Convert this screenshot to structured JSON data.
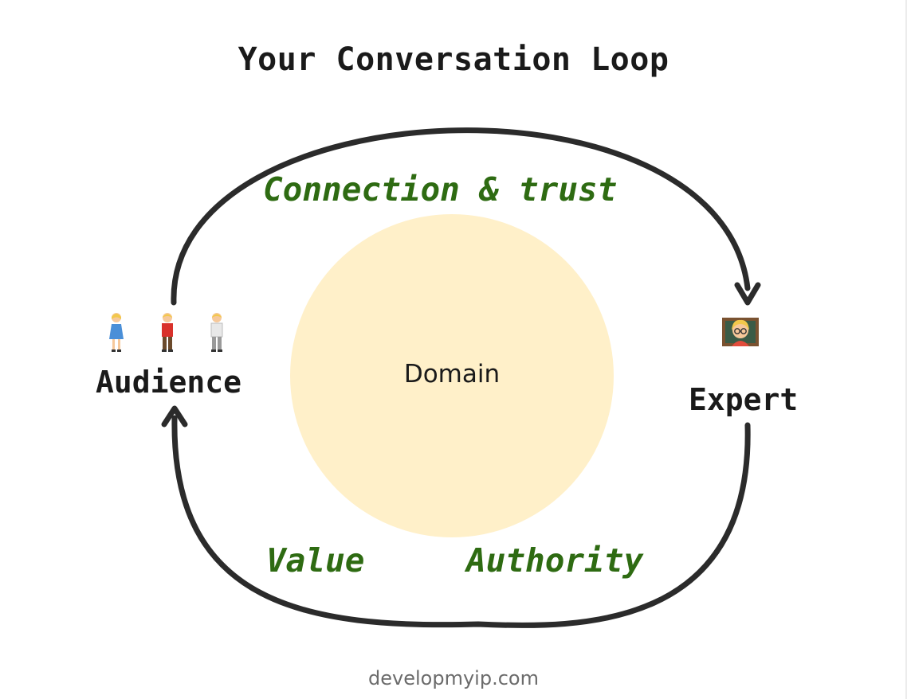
{
  "title": "Your Conversation Loop",
  "center": {
    "label": "Domain",
    "fill": "#fff0c9"
  },
  "flows": {
    "top": "Connection & trust",
    "bottom_left": "Value",
    "bottom_right": "Authority"
  },
  "nodes": {
    "audience": {
      "label": "Audience",
      "icon": "people-group-icon"
    },
    "expert": {
      "label": "Expert",
      "icon": "teacher-icon"
    }
  },
  "footer": "developmyip.com",
  "colors": {
    "flow_text": "#2e6b12",
    "arrow": "#2b2b2b",
    "domain_circle": "#fff0c9"
  }
}
